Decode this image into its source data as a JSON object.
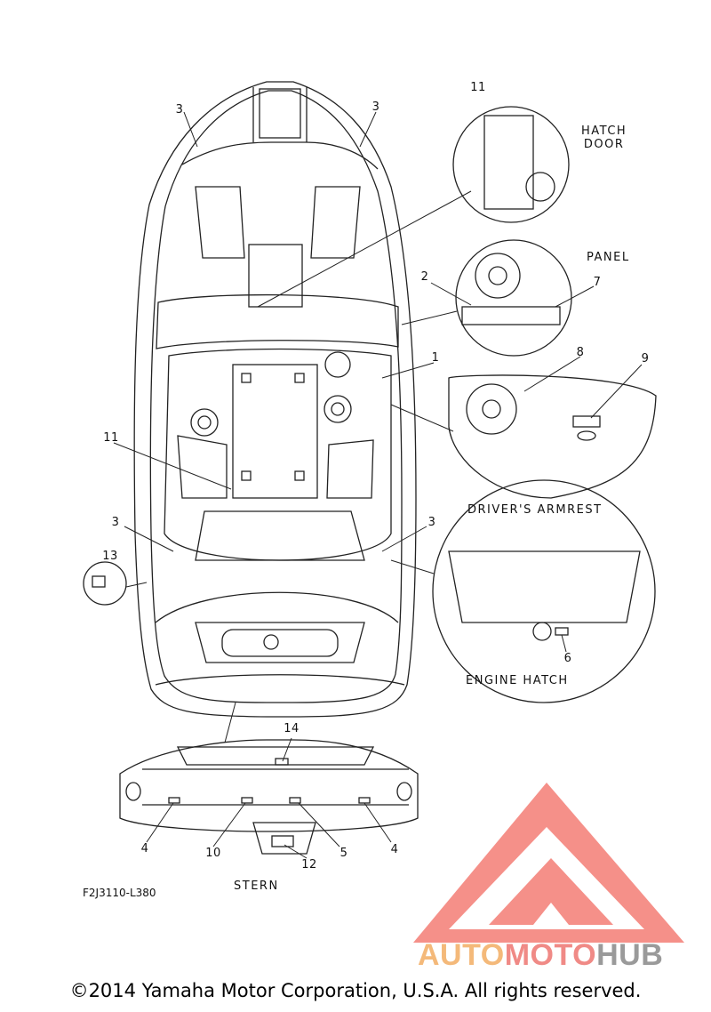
{
  "diagram": {
    "part_code": "F2J3110-L380",
    "views": {
      "hatch_door": "HATCH\nDOOR",
      "panel": "PANEL",
      "drivers_armrest": "DRIVER'S ARMREST",
      "engine_hatch": "ENGINE HATCH",
      "stern": "STERN"
    },
    "callouts": {
      "c1": "1",
      "c2": "2",
      "c3a": "3",
      "c3b": "3",
      "c3c": "3",
      "c3d": "3",
      "c4a": "4",
      "c4b": "4",
      "c5": "5",
      "c6": "6",
      "c7": "7",
      "c8": "8",
      "c9": "9",
      "c10": "10",
      "c11a": "11",
      "c11b": "11",
      "c12": "12",
      "c13": "13",
      "c14": "14"
    }
  },
  "watermark": {
    "part1": "AUTO",
    "part2": "MOTO",
    "part3": "HUB",
    "colors": {
      "auto": "#f4b97a",
      "moto": "#f08a86",
      "hub": "#9a9a9a",
      "logo": "#f06b63"
    }
  },
  "footer": {
    "copyright": "©2014 Yamaha Motor Corporation, U.S.A. All rights reserved."
  }
}
